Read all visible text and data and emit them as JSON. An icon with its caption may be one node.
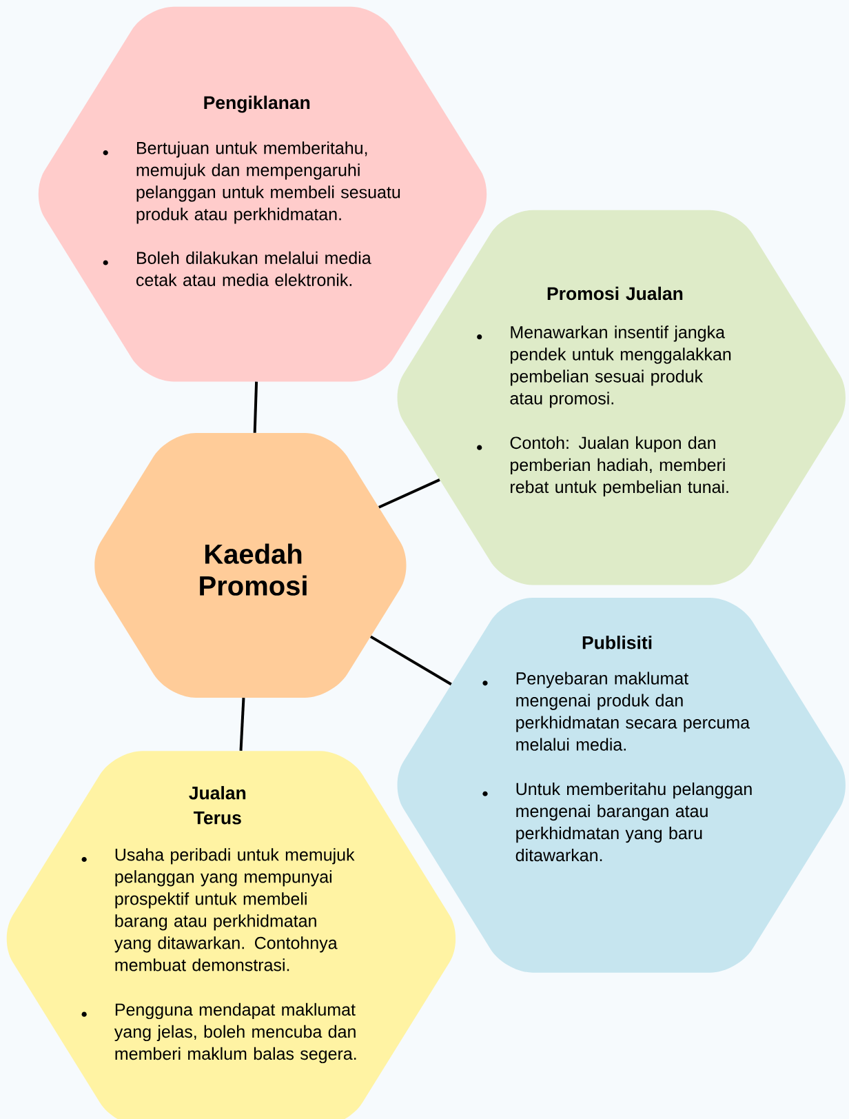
{
  "diagram": {
    "nodes": [
      {
        "text": [
          "Pengiklanan",
          "Bertujuan untuk memberitahu, memujuk dan mempengaruhi pelanggan untuk membeli sesuatu produk atau perkhidmatan.",
          "Boleh dilakukan melalui media cetak atau media elektronik."
        ]
      },
      {
        "text": [
          "Promosi Jualan",
          "Menawarkan insentif jangka pendek untuk menggalakkan pembelian sesuai produk atau promosi.",
          "Contoh: Jualan kupon dan pemberian hadiah, memberi rebat untuk pembelian tunai."
        ]
      },
      {
        "text": [
          "Kaedah Promosi"
        ]
      },
      {
        "text": [
          "Publisiti",
          "Penyebaran maklumat mengenai produk dan perkhidmatan secara percuma melalui media.",
          "Untuk memberitahu pelanggan mengenai barangan atau perkhidmatan yang baru ditawarkan."
        ]
      },
      {
        "text": [
          "Jualan Terus",
          "Usaha peribadi untuk memujuk pelanggan yang mempunyai prospektif untuk membeli barang atau perkhidmatan yang ditawarkan. Contohnya membuat demonstrasi.",
          "Pengguna mendapat maklumat yang jelas, boleh mencuba dan memberi maklum balas segera."
        ]
      }
    ],
    "edges": [
      {
        "from": 2,
        "to": 0,
        "arrow": "none"
      },
      {
        "from": 2,
        "to": 1,
        "arrow": "none"
      },
      {
        "from": 2,
        "to": 3,
        "arrow": "none"
      },
      {
        "from": 2,
        "to": 4,
        "arrow": "none"
      }
    ]
  }
}
